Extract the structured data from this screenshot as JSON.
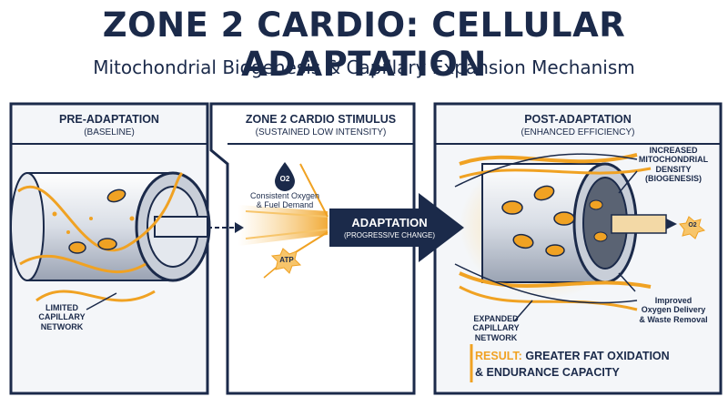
{
  "title": "ZONE 2 CARDIO: CELLULAR ADAPTATION",
  "subtitle": "Mitochondrial Biogenesis & Capillary Expansion Mechanism",
  "panels": {
    "pre": {
      "heading": "PRE-ADAPTATION",
      "subheading": "(BASELINE)",
      "callout": [
        "LIMITED",
        "CAPILLARY",
        "NETWORK"
      ]
    },
    "stimulus": {
      "heading": "ZONE 2 CARDIO STIMULUS",
      "subheading": "(SUSTAINED LOW INTENSITY)",
      "oxygen_icon": "O2",
      "demand": [
        "Consistent Oxygen",
        "& Fuel Demand"
      ],
      "atp_icon": "ATP"
    },
    "adaptation": {
      "label": "ADAPTATION",
      "sublabel": "(PROGRESSIVE CHANGE)"
    },
    "post": {
      "heading": "POST-ADAPTATION",
      "subheading": "(ENHANCED EFFICIENCY)",
      "callout_density": [
        "INCREASED",
        "MITOCHONDRIAL",
        "DENSITY",
        "(BIOGENESIS)"
      ],
      "output_icon": "O2",
      "callout_delivery": [
        "Improved",
        "Oxygen Delivery",
        "& Waste Removal"
      ],
      "callout_capillary": [
        "EXPANDED",
        "CAPILLARY",
        "NETWORK"
      ],
      "result_prefix": "RESULT:",
      "result_line1": "GREATER FAT OXIDATION",
      "result_line2": "& ENDURANCE CAPACITY"
    }
  },
  "colors": {
    "navy": "#1b2a4a",
    "orange": "#f0a223",
    "panel_bg": "#eef1f5"
  }
}
